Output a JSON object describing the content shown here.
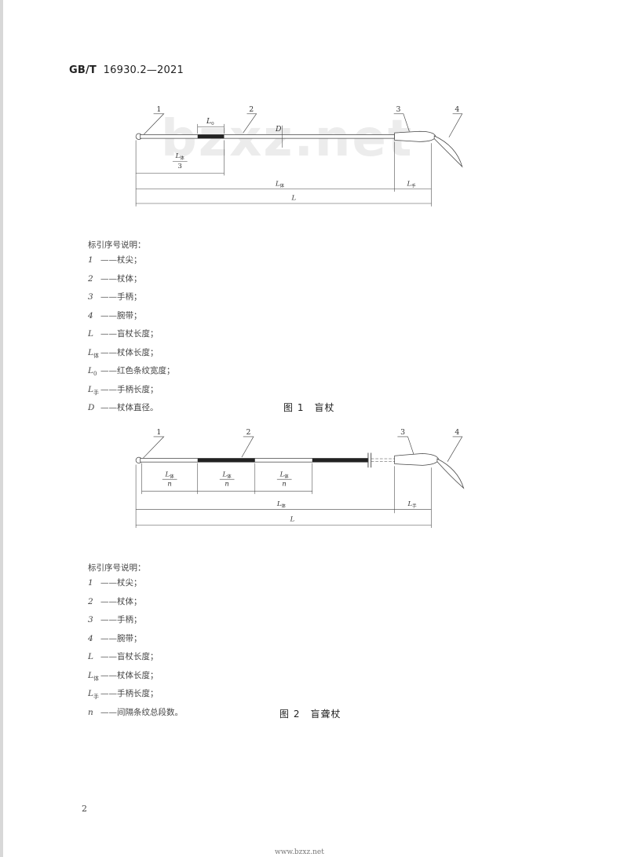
{
  "header": {
    "code": "GB/T",
    "number": "16930.2—2021"
  },
  "watermark": "bzxz.net",
  "figure1": {
    "callouts": [
      "1",
      "2",
      "3",
      "4"
    ],
    "dims": {
      "L0": "L",
      "L0_sub": "0",
      "D": "D",
      "Lbody_third_num": "L",
      "Lbody_third_sub": "体",
      "Lbody_third_den": "3",
      "Lbody": "L",
      "Lbody_sub": "体",
      "Lhand": "L",
      "Lhand_sub": "手",
      "L": "L"
    },
    "legend_title": "标引序号说明：",
    "legend": [
      {
        "sym": "1",
        "sub": "",
        "text": "——杖尖；"
      },
      {
        "sym": "2",
        "sub": "",
        "text": "——杖体；"
      },
      {
        "sym": "3",
        "sub": "",
        "text": "——手柄；"
      },
      {
        "sym": "4",
        "sub": "",
        "text": "——腕带；"
      },
      {
        "sym": "L",
        "sub": "",
        "text": "——盲杖长度；"
      },
      {
        "sym": "L",
        "sub": "体",
        "text": "——杖体长度；"
      },
      {
        "sym": "L",
        "sub": "0",
        "text": "——红色条纹宽度；"
      },
      {
        "sym": "L",
        "sub": "手",
        "text": "——手柄长度；"
      },
      {
        "sym": "D",
        "sub": "",
        "text": "——杖体直径。"
      }
    ],
    "caption": "图 1　盲杖"
  },
  "figure2": {
    "callouts": [
      "1",
      "2",
      "3",
      "4"
    ],
    "dims": {
      "seg_num": "L",
      "seg_sub": "体",
      "seg_den": "n",
      "Lbody": "L",
      "Lbody_sub": "体",
      "Lhand": "L",
      "Lhand_sub": "手",
      "L": "L"
    },
    "legend_title": "标引序号说明：",
    "legend": [
      {
        "sym": "1",
        "sub": "",
        "text": "——杖尖；"
      },
      {
        "sym": "2",
        "sub": "",
        "text": "——杖体；"
      },
      {
        "sym": "3",
        "sub": "",
        "text": "——手柄；"
      },
      {
        "sym": "4",
        "sub": "",
        "text": "——腕带；"
      },
      {
        "sym": "L",
        "sub": "",
        "text": "——盲杖长度；"
      },
      {
        "sym": "L",
        "sub": "体",
        "text": "——杖体长度；"
      },
      {
        "sym": "L",
        "sub": "手",
        "text": "——手柄长度；"
      },
      {
        "sym": "n",
        "sub": "",
        "text": "——间隔条纹总段数。"
      }
    ],
    "caption": "图 2　盲聋杖"
  },
  "page_number": "2",
  "footer": "www.bzxz.net"
}
